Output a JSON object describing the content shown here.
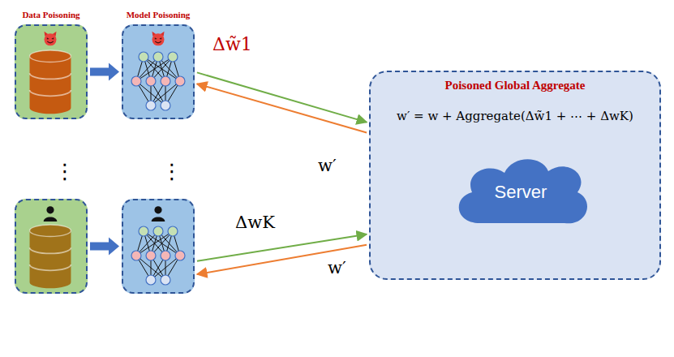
{
  "diagram": {
    "nodes": [
      {
        "text": [
          "Data Poisoning"
        ]
      },
      {
        "text": [
          "Model Poisoning"
        ]
      },
      {
        "text": []
      },
      {
        "text": []
      },
      {
        "text": [
          "Poisoned Global Aggregate",
          "w′ = w + Aggregate(Δw̃1 + ⋯ + ΔwK)"
        ]
      },
      {
        "text": [
          "Server"
        ],
        "in": 4
      }
    ],
    "edges": [
      {
        "from": 0,
        "to": 1,
        "arrow": "to"
      },
      {
        "from": 2,
        "to": 3,
        "arrow": "to"
      },
      {
        "from": 1,
        "to": 4,
        "label": "Δw̃1",
        "arrow": "to"
      },
      {
        "from": 4,
        "to": 1,
        "label": "w′",
        "arrow": "to"
      },
      {
        "from": 3,
        "to": 4,
        "label": "ΔwK",
        "arrow": "to"
      },
      {
        "from": 4,
        "to": 3,
        "label": "w′",
        "arrow": "to"
      }
    ],
    "labels": [
      "⋮",
      "⋮"
    ]
  }
}
